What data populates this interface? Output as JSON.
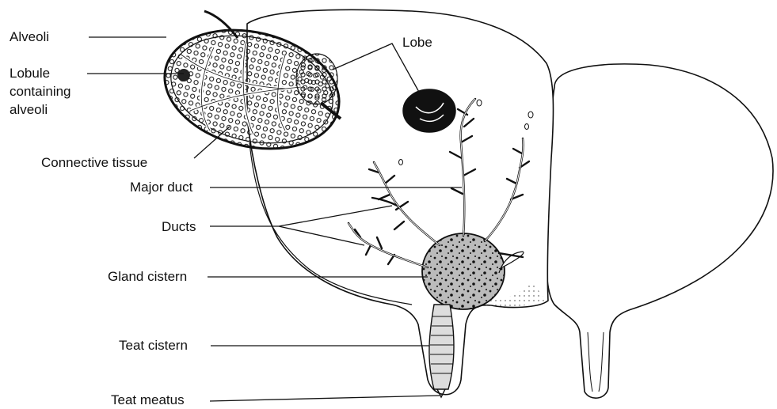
{
  "diagram": {
    "labels": {
      "alveoli": "Alveoli",
      "lobule_line1": "Lobule",
      "lobule_line2": "containing",
      "lobule_line3": "alveoli",
      "connective_tissue": "Connective tissue",
      "major_duct": "Major duct",
      "ducts": "Ducts",
      "gland_cistern": "Gland cistern",
      "teat_cistern": "Teat cistern",
      "teat_meatus": "Teat meatus",
      "lobe": "Lobe"
    },
    "colors": {
      "ink": "#111111",
      "background": "#ffffff"
    }
  }
}
